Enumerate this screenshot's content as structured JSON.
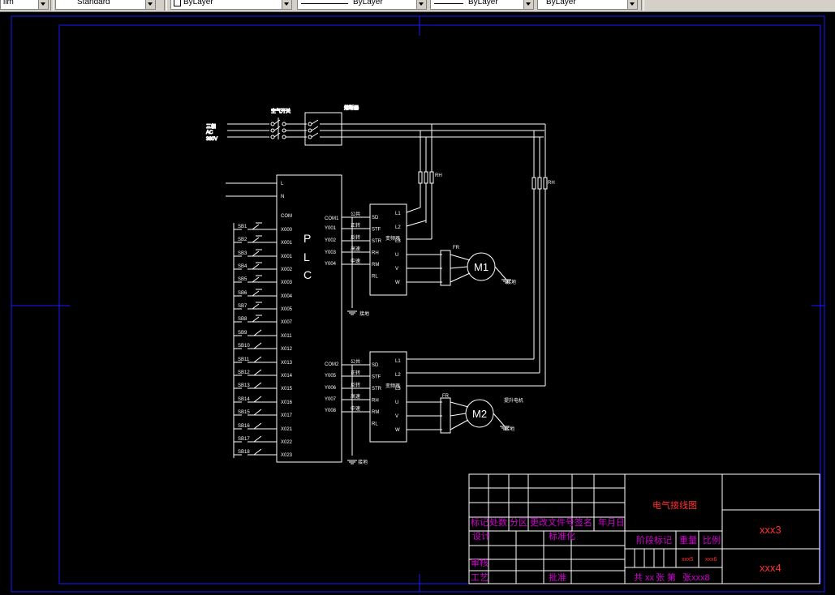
{
  "toolbar": {
    "combo1": "lim",
    "combo2": "Standard",
    "layer": "ByLayer",
    "linetype": "ByLayer",
    "lineweight": "ByLayer",
    "plotstyle": "ByLayer"
  },
  "colors": {
    "background": "#000000",
    "frame": "#1a1aff",
    "wire": "#ffffff",
    "titleblock_text": "#d000d0",
    "title_text": "#ff3030"
  },
  "power": {
    "line_label_1": "三相",
    "line_label_2": "380V",
    "line_label_3": "AC",
    "switch_label": "空气开关",
    "fuse_label": "熔断器"
  },
  "plc": {
    "letters": [
      "P",
      "L",
      "C"
    ],
    "top_terms": [
      "L",
      "N"
    ],
    "com": "COM",
    "inputs": [
      "X000",
      "X001",
      "X001",
      "X002",
      "X003",
      "X004",
      "X005",
      "X007",
      "X011",
      "X012",
      "X013",
      "X014",
      "X015",
      "X016",
      "X017",
      "X021",
      "X022",
      "X023"
    ],
    "com1": "COM1",
    "out1": [
      "Y001",
      "Y002",
      "Y003",
      "Y004"
    ],
    "com2": "COM2",
    "out2": [
      "Y005",
      "Y006",
      "Y007",
      "Y008"
    ]
  },
  "switches": [
    "SB1",
    "SB2",
    "SB3",
    "SB4",
    "SB5",
    "SB6",
    "SB7",
    "SB8",
    "SB9",
    "SB10",
    "SB11",
    "SB12",
    "SB13",
    "SB14",
    "SB15",
    "SB16",
    "SB17",
    "SB18"
  ],
  "inverter": {
    "in_terms": [
      "SD",
      "STF",
      "STR",
      "RH",
      "RM",
      "RL"
    ],
    "right_terms": [
      "L1",
      "L2",
      "L3",
      "U",
      "V",
      "W"
    ],
    "name": "变频器",
    "sig_labels": [
      "公共",
      "正转",
      "反转",
      "高速",
      "中速"
    ]
  },
  "motors": {
    "m1": "M1",
    "m2": "M2",
    "fr": "FR",
    "rh": "RH",
    "ground": "接地",
    "m2_note": "提升电机"
  },
  "title_block": {
    "header_row": [
      "标记",
      "处数",
      "分区",
      "更改文件号",
      "签名",
      "年月日"
    ],
    "design": "设计",
    "standard": "标准化",
    "stage": "阶段标记",
    "weight": "重量",
    "scale": "比例",
    "check": "审核",
    "process": "工艺",
    "approve": "批准",
    "title": "电气接线图",
    "code_a": "xxx3",
    "code_b": "xxx4",
    "weight_val": "xxx5",
    "scale_val": "xxx6",
    "total_prefix": "共",
    "total": "xx",
    "total_suffix": "张 第",
    "sheet": "xxx8",
    "sheet_suffix": "张"
  }
}
